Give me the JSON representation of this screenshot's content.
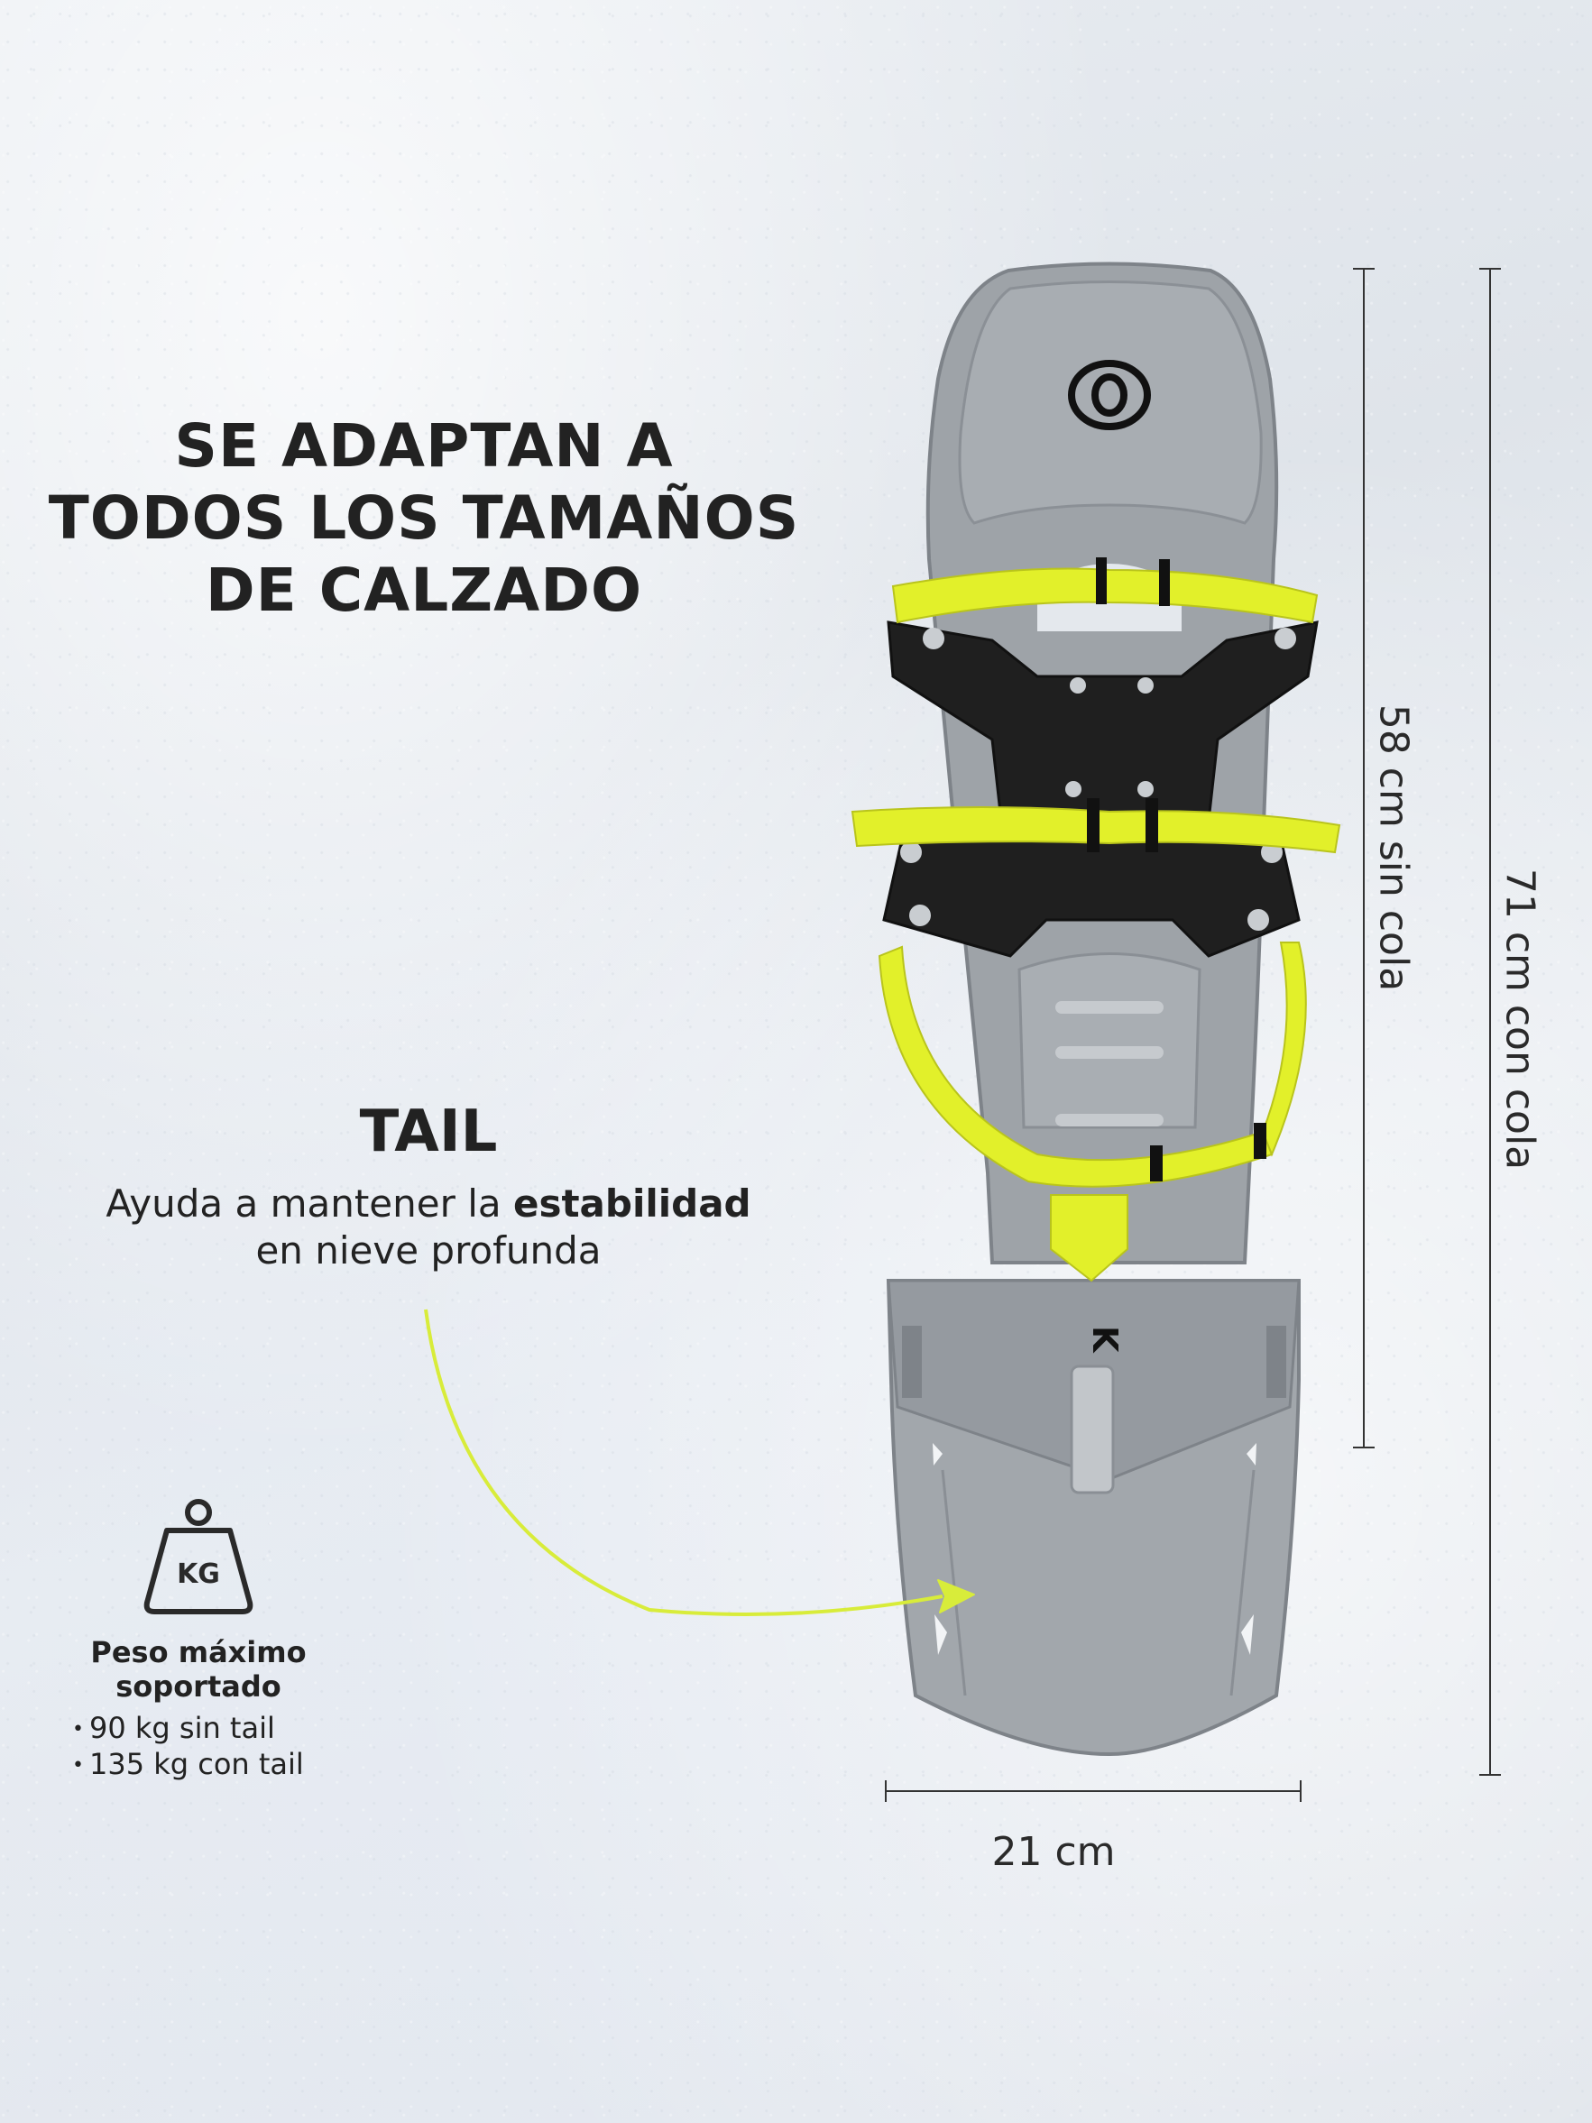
{
  "headline": {
    "line1": "SE ADAPTAN A",
    "line2": "TODOS LOS TAMAÑOS",
    "line3": "DE CALZADO"
  },
  "tail": {
    "title": "TAIL",
    "description_prefix": "Ayuda a mantener la ",
    "description_bold": "estabilidad",
    "description_line2": "en nieve profunda"
  },
  "weight": {
    "icon": "weight-kg-icon",
    "icon_label": "KG",
    "title_line1": "Peso máximo",
    "title_line2": "soportado",
    "items": [
      "90 kg sin tail",
      "135 kg con tail"
    ]
  },
  "dimensions": {
    "length_without_tail": "58 cm sin cola",
    "length_with_tail": "71 cm con cola",
    "width": "21 cm"
  },
  "product": {
    "brand_mark": "K",
    "colors": {
      "deck": "#9ea3a8",
      "deck_dark": "#7e8389",
      "straps": "#e2f02a",
      "binding": "#1f1f1f",
      "arrow": "#d8ec3a"
    }
  }
}
